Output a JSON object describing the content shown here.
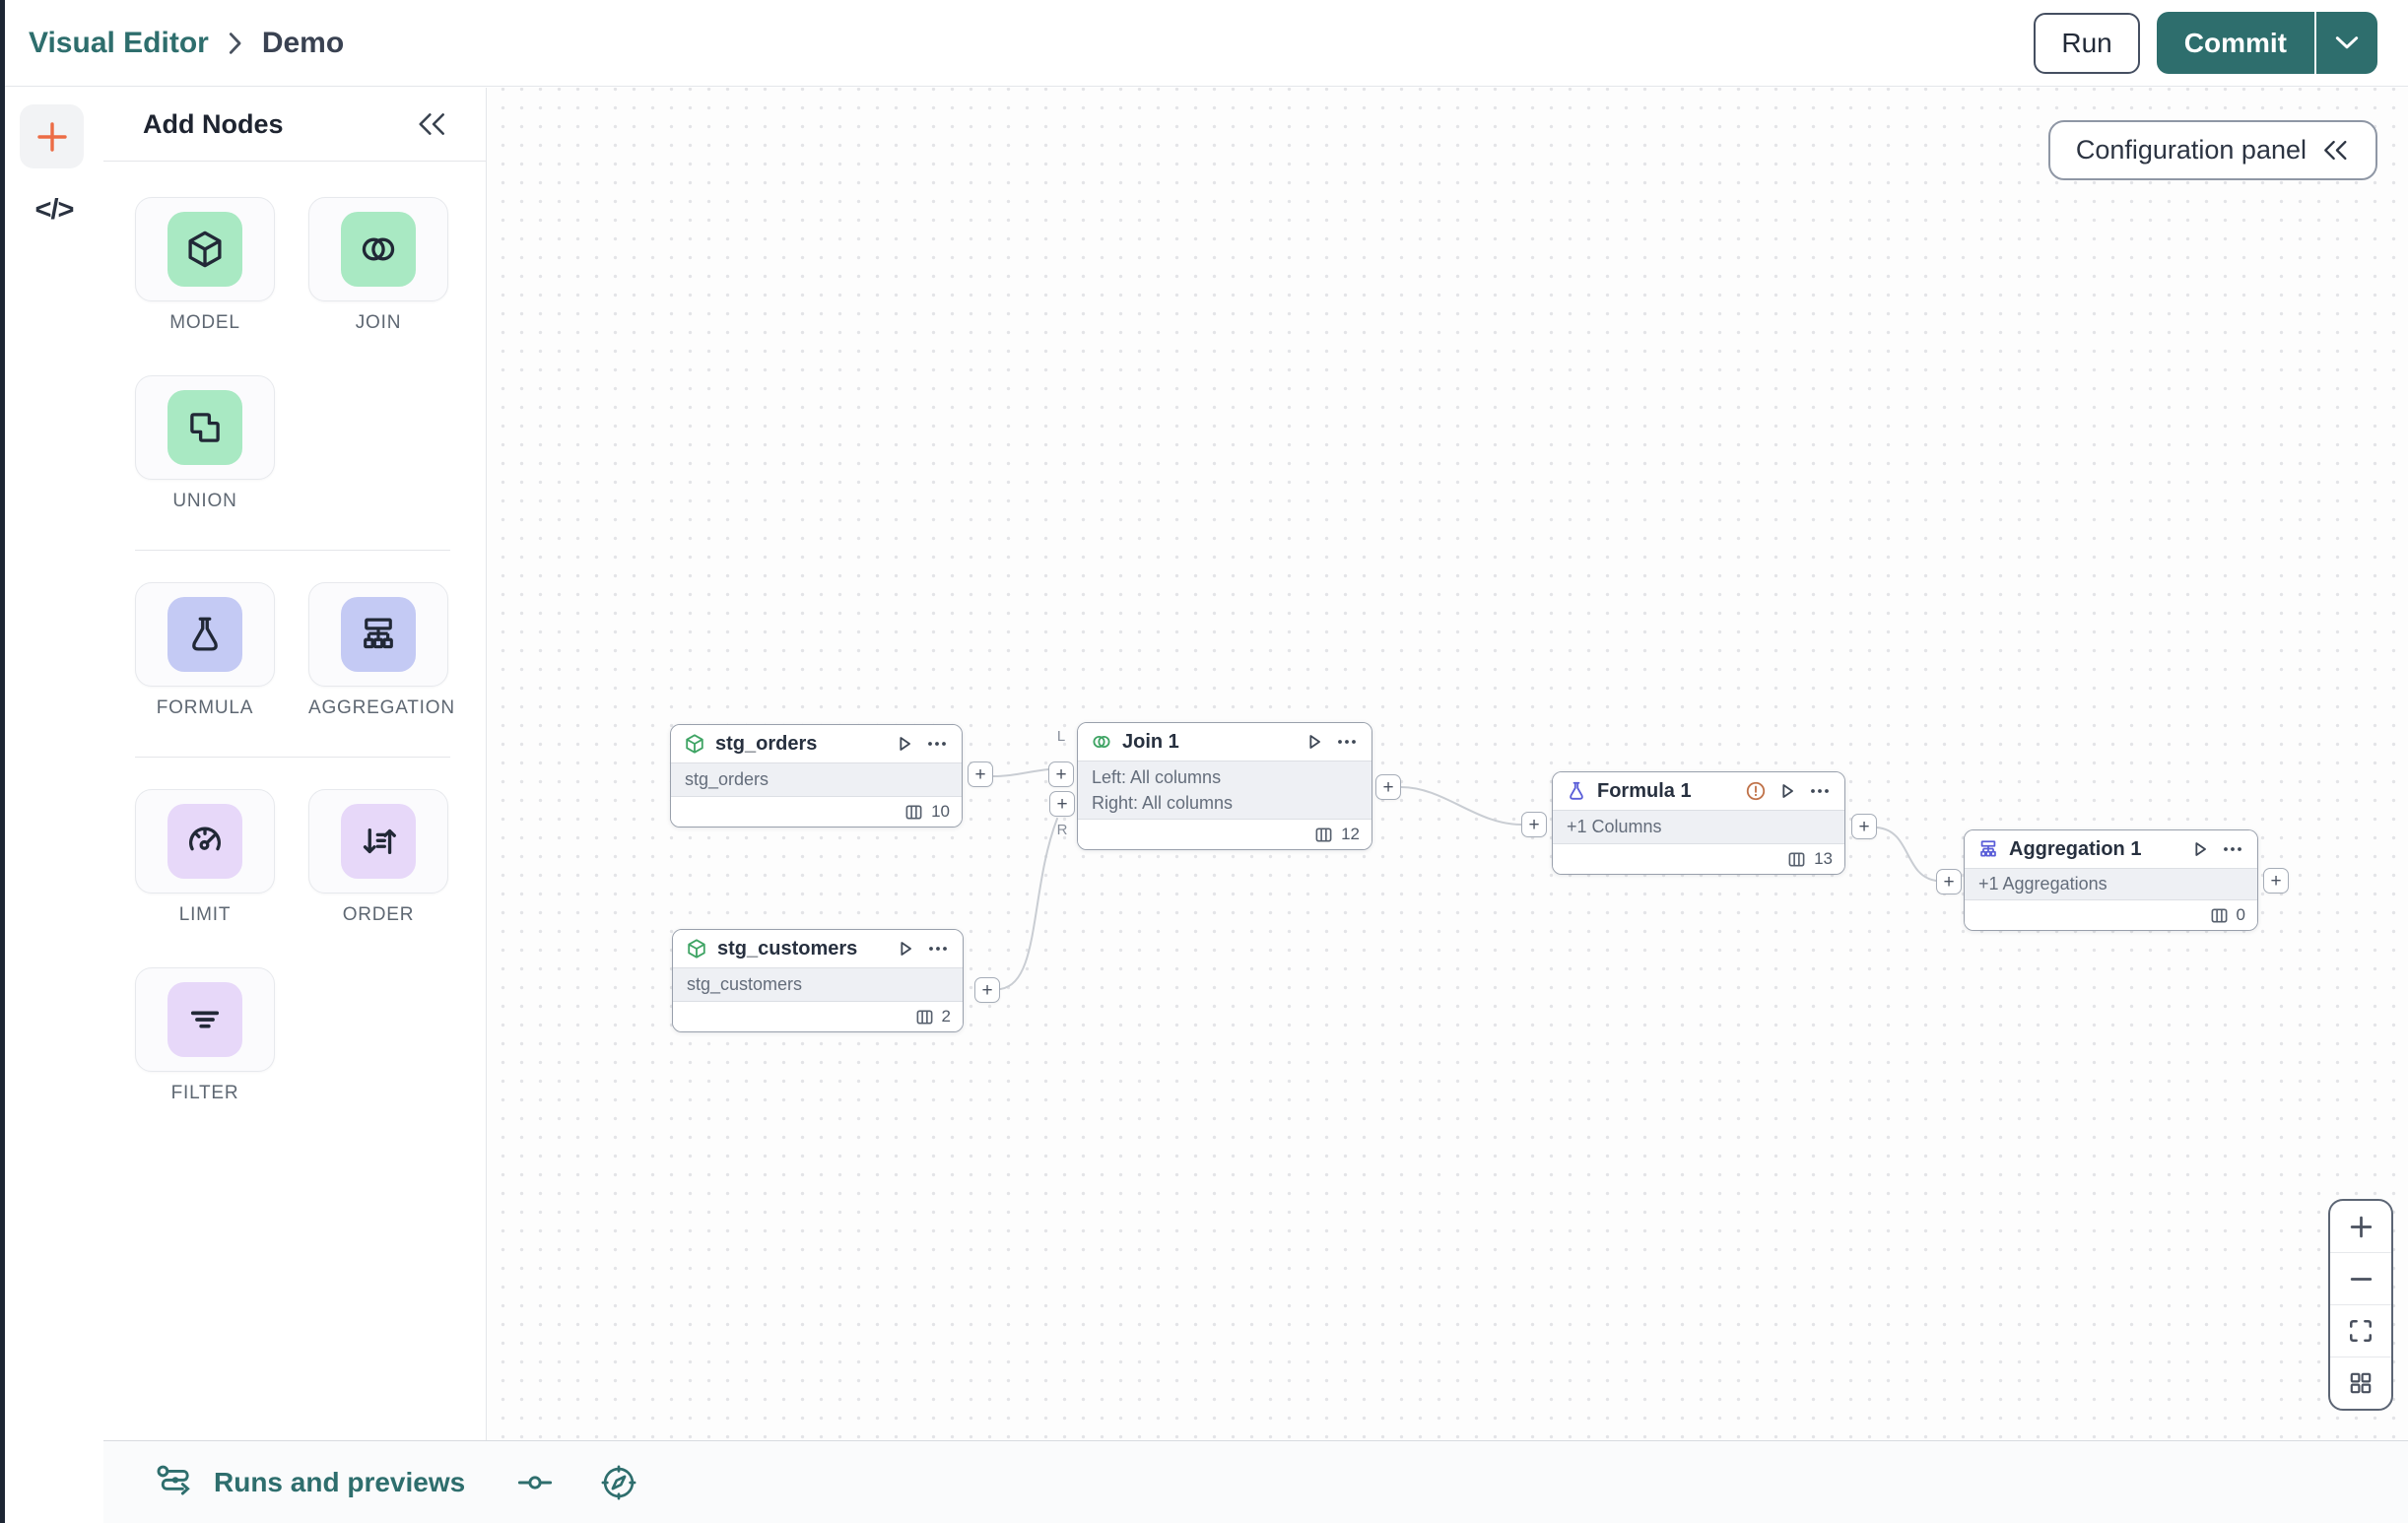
{
  "colors": {
    "teal": "#2e6e6d",
    "orange": "#ec6c45",
    "green": "#3fa464",
    "indigo": "#5a5ed8",
    "green-bg": "#a9e9c3",
    "indigo-bg": "#c4caf4",
    "purple-bg": "#e7d8f9",
    "warning": "#c0734a"
  },
  "header": {
    "breadcrumb": {
      "root": "Visual Editor",
      "current": "Demo"
    },
    "run_button": "Run",
    "commit_button": "Commit"
  },
  "rail": {
    "code_glyph": "</>"
  },
  "panel": {
    "title": "Add Nodes",
    "groups": [
      {
        "tiles": [
          {
            "label": "MODEL"
          },
          {
            "label": "JOIN"
          },
          {
            "label": "UNION"
          }
        ]
      },
      {
        "tiles": [
          {
            "label": "FORMULA"
          },
          {
            "label": "AGGREGATION"
          }
        ]
      },
      {
        "tiles": [
          {
            "label": "LIMIT"
          },
          {
            "label": "ORDER"
          },
          {
            "label": "FILTER"
          }
        ]
      }
    ]
  },
  "canvas": {
    "config_panel_button": "Configuration panel",
    "port_glyph": "+",
    "join_port_labels": {
      "left": "L",
      "right": "R"
    },
    "nodes": [
      {
        "title": "stg_orders",
        "icon": "cube",
        "body_lines": [
          "stg_orders"
        ],
        "column_count": "10"
      },
      {
        "title": "Join 1",
        "icon": "join",
        "body_lines": [
          "Left: All columns",
          "Right: All columns"
        ],
        "column_count": "12"
      },
      {
        "title": "stg_customers",
        "icon": "cube",
        "body_lines": [
          "stg_customers"
        ],
        "column_count": "2"
      },
      {
        "title": "Formula 1",
        "icon": "flask",
        "body_lines": [
          "+1 Columns"
        ],
        "column_count": "13",
        "has_warning": true
      },
      {
        "title": "Aggregation 1",
        "icon": "aggregation",
        "body_lines": [
          "+1 Aggregations"
        ],
        "column_count": "0"
      }
    ]
  },
  "bottom_bar": {
    "title": "Runs and previews"
  }
}
